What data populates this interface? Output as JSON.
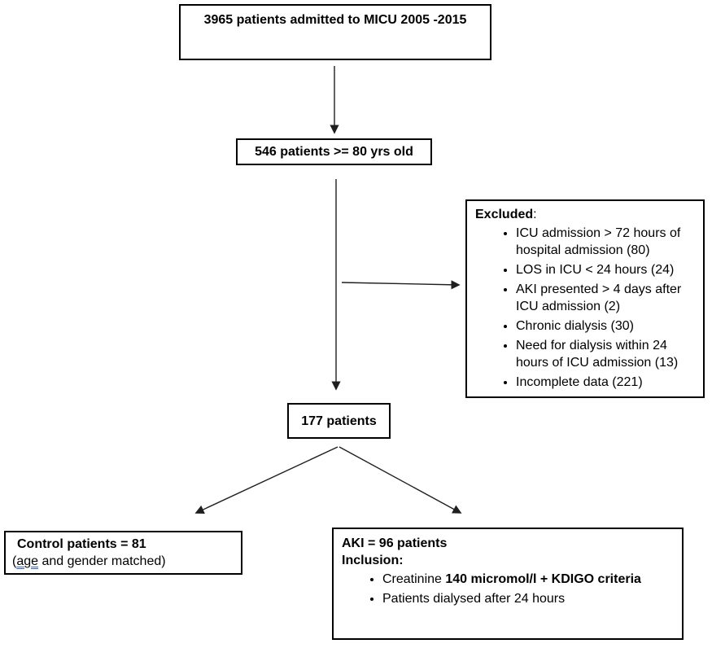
{
  "flowchart": {
    "boxes": {
      "admitted": {
        "text": "3965 patients admitted to MICU 2005 -2015"
      },
      "age_filter": {
        "text": "546 patients >= 80 yrs old"
      },
      "excluded": {
        "heading": "Excluded",
        "heading_colon": ":",
        "items": [
          "ICU admission > 72 hours of hospital admission (80)",
          "LOS in ICU < 24 hours (24)",
          "AKI presented > 4 days after ICU admission (2)",
          "Chronic dialysis (30)",
          "Need for dialysis within 24 hours of ICU admission (13)",
          "Incomplete data (221)"
        ]
      },
      "cohort": {
        "text": "177 patients"
      },
      "control": {
        "title": "Control patients = 81",
        "subtitle_open": "(",
        "subtitle_underlined": "age",
        "subtitle_rest": " and gender matched)"
      },
      "aki": {
        "title": "AKI = 96 patients",
        "subtitle": "Inclusion:",
        "bullet1_prefix": "Creatinine ",
        "bullet1_bold": "140 micromol/l + KDIGO criteria",
        "bullet2": "Patients dialysed after 24 hours"
      }
    },
    "colors": {
      "box_border": "#000000",
      "text": "#000000",
      "background": "#ffffff",
      "arrow": "#1f1f1f",
      "grammar_underline": "#3a66c9"
    }
  }
}
